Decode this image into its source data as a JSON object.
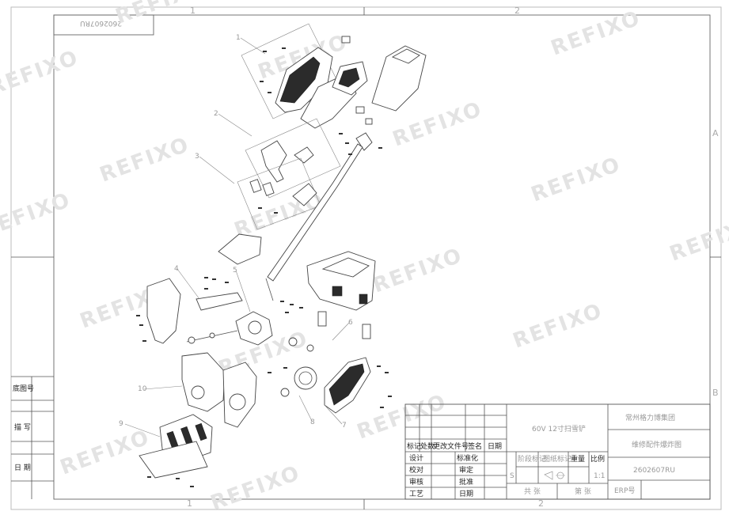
{
  "drawing": {
    "code_mirrored": "2602607RU",
    "zone_marks": {
      "top_left": "1",
      "top_right": "2",
      "right_a": "A",
      "right_b": "B"
    },
    "callouts": [
      "1",
      "2",
      "3",
      "4",
      "5",
      "6",
      "7",
      "8",
      "9",
      "10"
    ],
    "side_labels": {
      "ledger_no": "底图号",
      "notes": "描 写",
      "date": "日 期"
    },
    "watermark": "REFIXO"
  },
  "title_block": {
    "product": "60V 12寸扫雪铲",
    "company": "常州格力博集团",
    "drawing_title": "维修配件爆炸图",
    "drawing_no": "2602607RU",
    "erp": "ERP号",
    "row_headers": [
      "标记",
      "处数",
      "更改文件号",
      "签名",
      "日期"
    ],
    "roles_left": [
      "设计",
      "校对",
      "审核",
      "工艺"
    ],
    "roles_right": [
      "标准化",
      "审定",
      "批准",
      "日期"
    ],
    "stage_mark": "阶段标记",
    "weight": "重量",
    "scale": "比例",
    "sheet_count": "共 张",
    "sheet_no": "第 张",
    "scale_value": "1:1",
    "stage_s": "S",
    "material_mark": "图纸标记"
  }
}
